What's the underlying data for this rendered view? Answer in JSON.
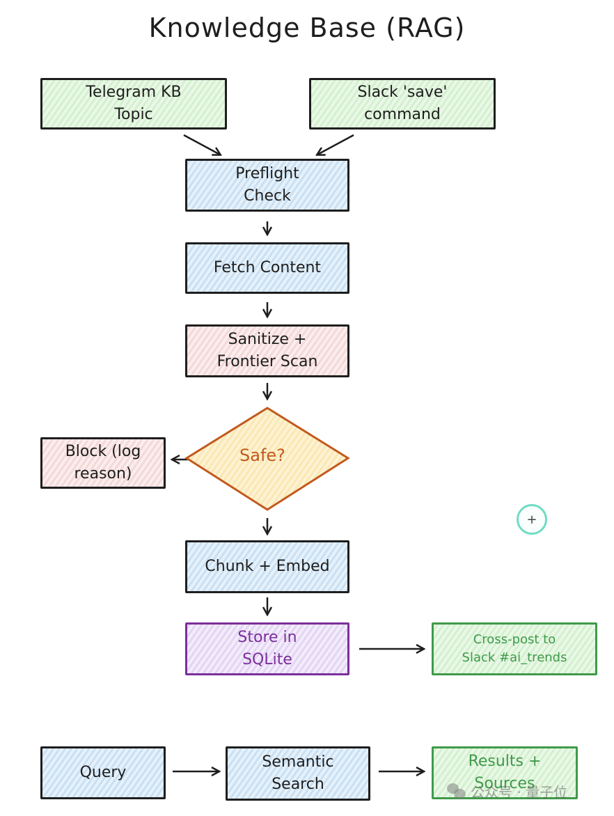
{
  "title": "Knowledge Base (RAG)",
  "nodes": {
    "telegram": "Telegram KB\nTopic",
    "slack_save": "Slack 'save'\ncommand",
    "preflight": "Preflight\nCheck",
    "fetch": "Fetch Content",
    "sanitize": "Sanitize +\nFrontier Scan",
    "safe": "Safe?",
    "block": "Block (log\nreason)",
    "chunk": "Chunk + Embed",
    "store": "Store in\nSQLite",
    "crosspost": "Cross-post to\nSlack #ai_trends",
    "query": "Query",
    "semantic": "Semantic\nSearch",
    "results": "Results +\nSources"
  },
  "cursor": {
    "icon": "plus-icon",
    "glyph": "+"
  },
  "watermark": {
    "icon": "wechat-icon",
    "text": "公众号 · 量子位"
  },
  "colors": {
    "stroke": "#1e1e1e",
    "decision_stroke": "#c2591d",
    "decision_fill": "#fdf1c8",
    "store_stroke": "#7b2f9b",
    "output_stroke": "#3f9a4a",
    "cursor_ring": "#6fdcc2"
  }
}
